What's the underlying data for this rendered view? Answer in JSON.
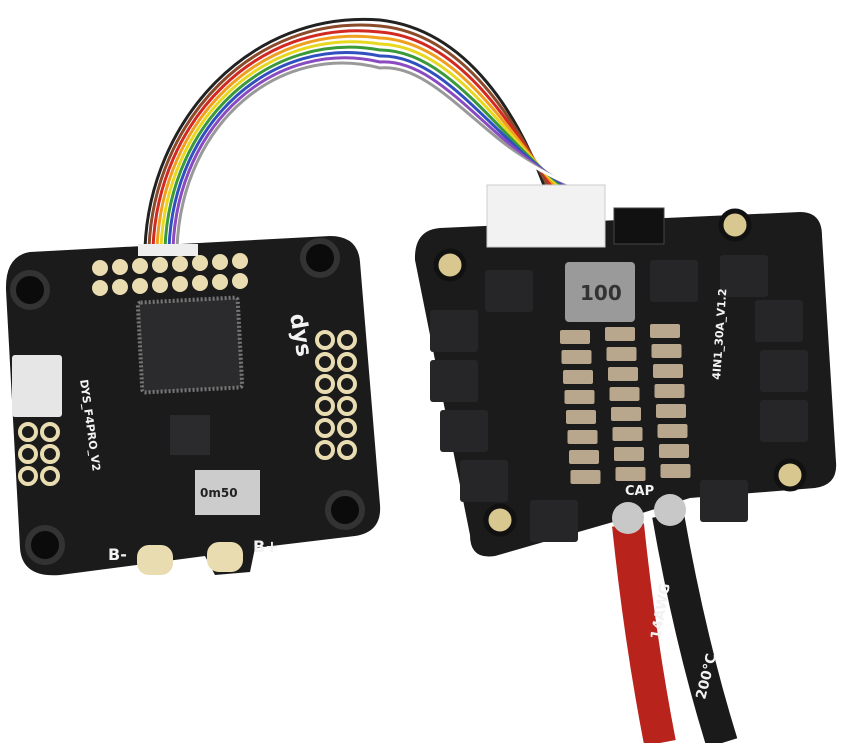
{
  "flight_controller": {
    "logo": "dys",
    "model": "DYS_F4PRO_V2",
    "shunt": "0m50",
    "pad_neg": "B-",
    "pad_pos": "B+"
  },
  "esc": {
    "inductor": "100",
    "model": "4IN1_30A_V1.2",
    "cap_mark": "CAP"
  },
  "power_leads": {
    "red_print": "14AWG",
    "black_print": "200°C"
  },
  "colors": {
    "pcb": "#1c1b1c",
    "pad": "#e8dcb0",
    "red_wire": "#b8231c",
    "black_wire": "#1a1a1a",
    "capacitor": "#b8a78c"
  },
  "ribbon_colors": [
    "#222222",
    "#8b4a2a",
    "#d22a22",
    "#f0a020",
    "#e8d820",
    "#3a9a3a",
    "#3050c0",
    "#8a4ac0",
    "#999999",
    "#ffffff"
  ]
}
